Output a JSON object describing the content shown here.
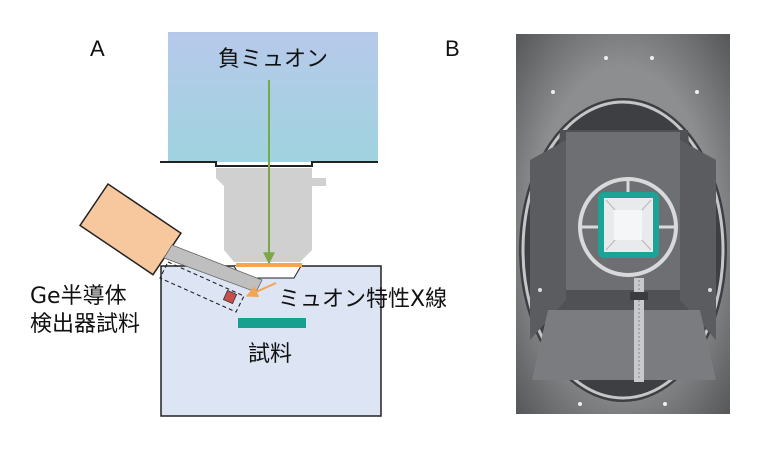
{
  "panels": {
    "a": {
      "letter": "A"
    },
    "b": {
      "letter": "B"
    }
  },
  "labels": {
    "beam": "負ミュオン",
    "detector_line1": "Ge半導体",
    "detector_line2": "検出器試料",
    "xray": "ミュオン特性X線",
    "sample": "試料"
  },
  "colors": {
    "beam_pipe_top": "#b7c9ea",
    "beam_pipe_bottom": "#9fd3df",
    "chamber": "#dde4f3",
    "collimator": "#d0d0d0",
    "detector": "#f7c79e",
    "beam_arrow": "#77a94a",
    "window": "#f4a455",
    "sample": "#18a08f",
    "xray_arrow": "#f4a455",
    "crystal": "#c84d4d",
    "photo_holder": "#1ba396"
  }
}
